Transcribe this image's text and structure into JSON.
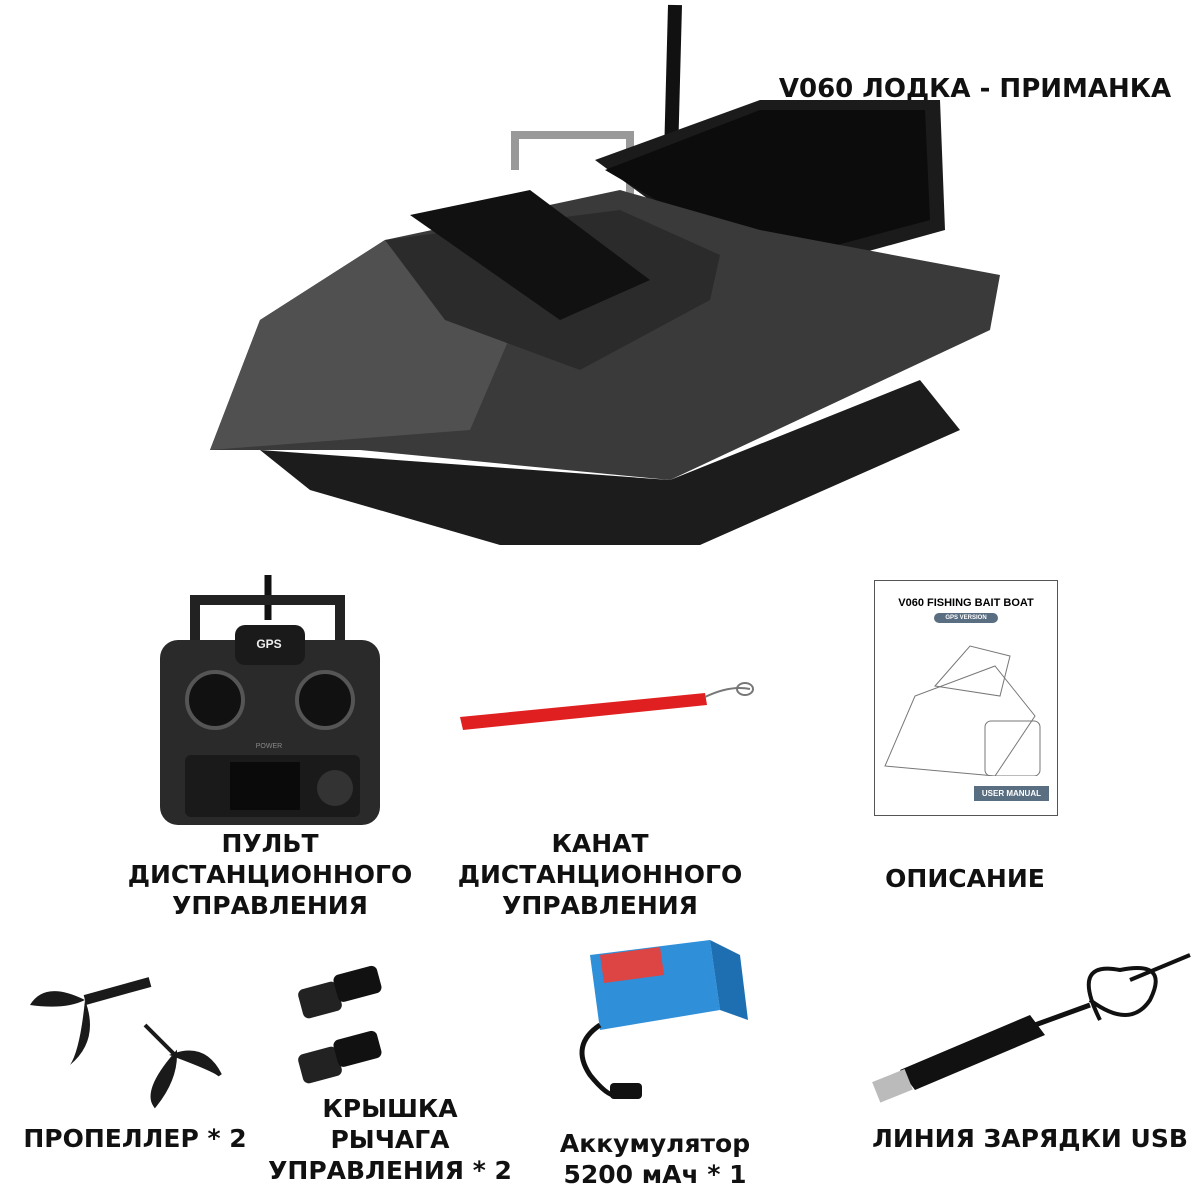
{
  "title": "V060 ЛОДКА - ПРИМАНКА",
  "items": [
    {
      "label_lines": [
        "ПУЛЬТ",
        "ДИСТАНЦИОННОГО",
        "УПРАВЛЕНИЯ"
      ]
    },
    {
      "label_lines": [
        "КАНАТ",
        "ДИСТАНЦИОННОГО",
        "УПРАВЛЕНИЯ"
      ]
    },
    {
      "label_lines": [
        "ОПИСАНИЕ"
      ]
    },
    {
      "label_lines": [
        "ПРОПЕЛЛЕР * 2"
      ]
    },
    {
      "label_lines": [
        "КРЫШКА",
        "РЫЧАГА",
        "УПРАВЛЕНИЯ * 2"
      ]
    },
    {
      "label_lines": [
        "Аккумулятор",
        "5200 мАч * 1"
      ]
    },
    {
      "label_lines": [
        "ЛИНИЯ ЗАРЯДКИ USB"
      ]
    }
  ],
  "remote": {
    "badge": "GPS",
    "power": "POWER"
  },
  "manual": {
    "title": "V060 FISHING BAIT BOAT",
    "subtitle": "GPS VERSION",
    "footer": "USER MANUAL"
  },
  "colors": {
    "rope": "#e02020",
    "battery": "#2f8fd8",
    "manual_accent": "#5a6e82",
    "boat": "#2a2a2a"
  }
}
